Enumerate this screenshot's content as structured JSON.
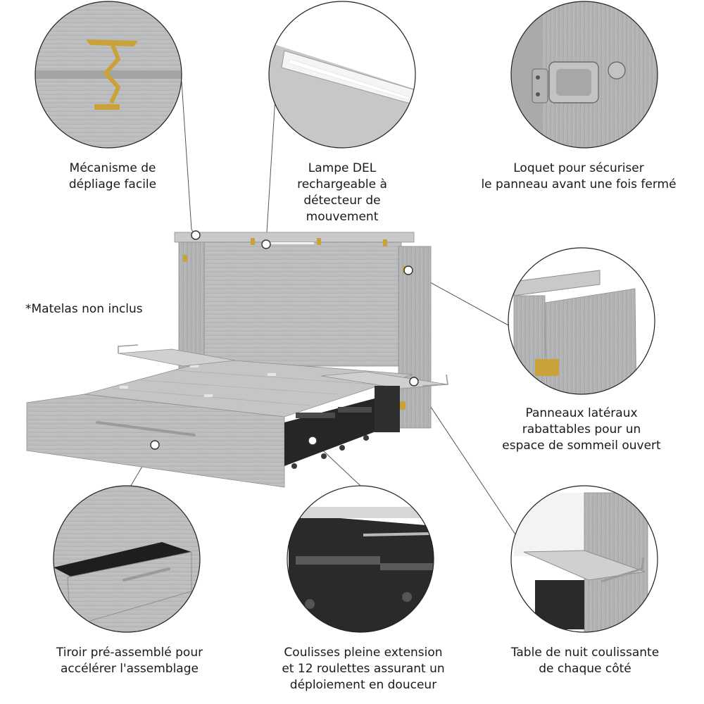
{
  "note": "*Matelas non inclus",
  "features": {
    "mecanisme": "Mécanisme de\ndépliage facile",
    "lampe": "Lampe DEL\nrechargeable à\ndétecteur de\nmouvement",
    "loquet": "Loquet pour sécuriser\nle panneau avant une fois fermé",
    "panneaux": "Panneaux latéraux\nrabattables pour un\nespace de sommeil ouvert",
    "tiroir": "Tiroir pré-assemblé pour\naccélérer l'assemblage",
    "coulisses": "Coulisses pleine extension\net 12 roulettes assurant un\ndéploiement en douceur",
    "table": "Table de nuit coulissante\nde chaque côté"
  },
  "colors": {
    "wood": "#b9babb",
    "wood_dark": "#9d9ea0",
    "wood_light": "#d2d3d4",
    "metal_dark": "#2a2a2a",
    "brass": "#c9a23a",
    "line": "#555555"
  }
}
